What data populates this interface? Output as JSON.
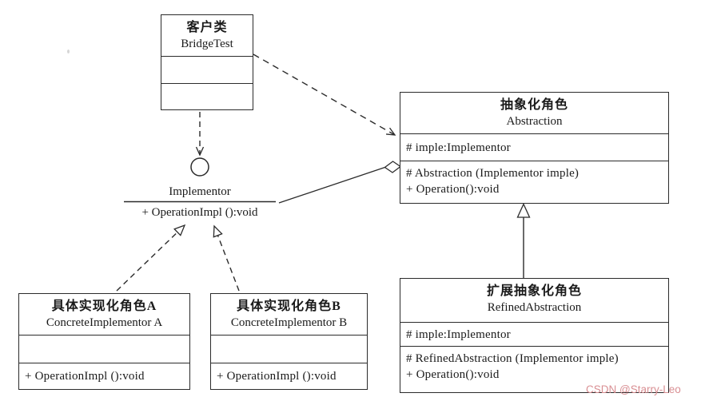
{
  "watermark": {
    "text": "CSDN @Starry-Leo",
    "color": "#d98f93"
  },
  "colors": {
    "line": "#2b2b2b",
    "text": "#1a1a1a",
    "background": "#ffffff"
  },
  "classes": {
    "client": {
      "name_cn": "客户类",
      "name_en": "BridgeTest"
    },
    "abstraction": {
      "name_cn": "抽象化角色",
      "name_en": "Abstraction",
      "attributes": [
        "# imple:Implementor"
      ],
      "methods": [
        "# Abstraction (Implementor imple)",
        "+ Operation():void"
      ]
    },
    "refined_abstraction": {
      "name_cn": "扩展抽象化角色",
      "name_en": "RefinedAbstraction",
      "attributes": [
        "# imple:Implementor"
      ],
      "methods": [
        "# RefinedAbstraction (Implementor imple)",
        "+ Operation():void"
      ]
    },
    "concrete_implementor_a": {
      "name_cn": "具体实现化角色A",
      "name_en": "ConcreteImplementor A",
      "methods": [
        "+ OperationImpl ():void"
      ]
    },
    "concrete_implementor_b": {
      "name_cn": "具体实现化角色B",
      "name_en": "ConcreteImplementor B",
      "methods": [
        "+ OperationImpl ():void"
      ]
    }
  },
  "interface": {
    "name": "Implementor",
    "method": "+ OperationImpl ():void"
  }
}
